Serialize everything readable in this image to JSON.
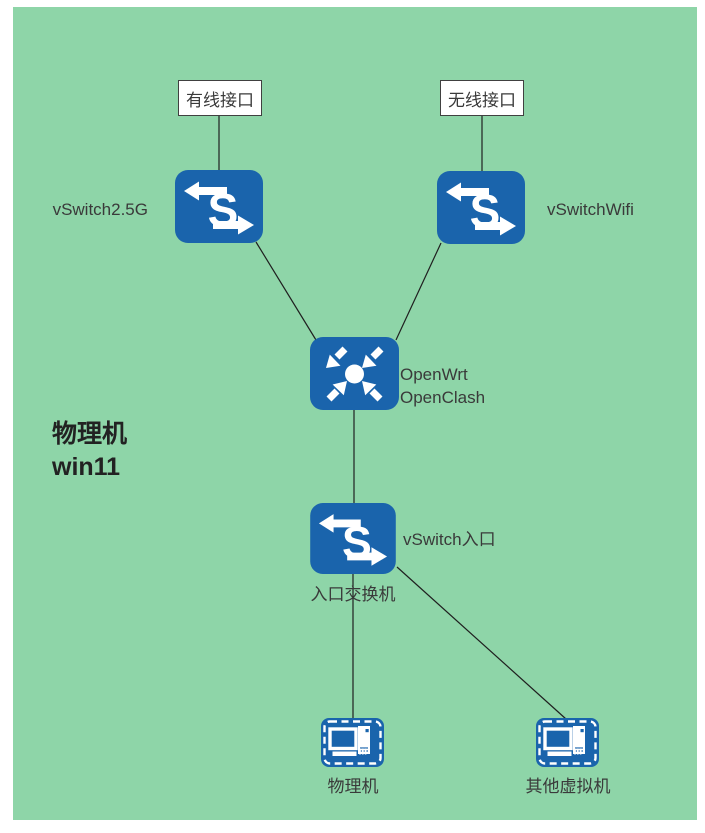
{
  "colors": {
    "canvas_green": "#8ED5A8",
    "node_blue": "#1A64AC",
    "edge_color": "#1f1f1f",
    "label_color": "#3a3a3a",
    "title_color": "#222222",
    "box_border": "#404040",
    "box_bg": "#ffffff"
  },
  "diagram": {
    "interface_boxes": {
      "wired": "有线接口",
      "wireless": "无线接口"
    },
    "switch_glyph": "S",
    "switches": {
      "vswitch25g": {
        "label": "vSwitch2.5G"
      },
      "vswitchwifi": {
        "label": "vSwitchWifi"
      },
      "entry": {
        "label": "vSwitch入口",
        "caption": "入口交换机"
      }
    },
    "router": {
      "label_line1": "OpenWrt",
      "label_line2": "OpenClash"
    },
    "hosts": {
      "physical": {
        "label": "物理机"
      },
      "other_vms": {
        "label": "其他虚拟机"
      }
    },
    "host_annotation": {
      "line1": "物理机",
      "line2": "win11"
    },
    "edges": [
      {
        "from": "wired-interface-box",
        "to": "vswitch25g"
      },
      {
        "from": "wireless-interface-box",
        "to": "vswitchwifi"
      },
      {
        "from": "vswitch25g",
        "to": "openwrt-router"
      },
      {
        "from": "vswitchwifi",
        "to": "openwrt-router"
      },
      {
        "from": "openwrt-router",
        "to": "entry-switch"
      },
      {
        "from": "entry-switch",
        "to": "physical-machine"
      },
      {
        "from": "entry-switch",
        "to": "other-virtual-machines"
      }
    ]
  }
}
